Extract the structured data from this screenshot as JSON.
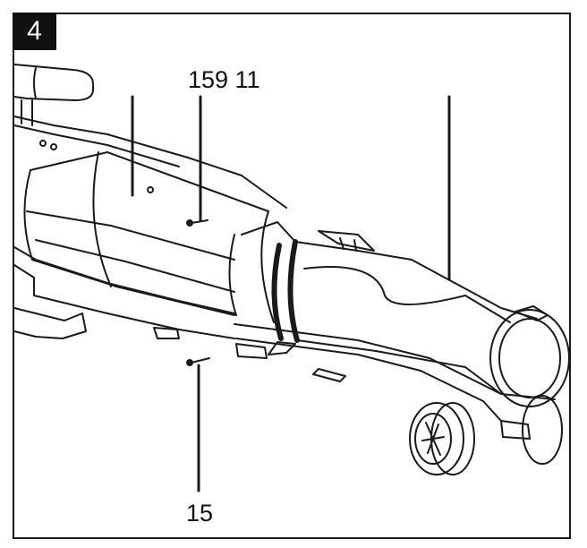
{
  "figure": {
    "number": "4",
    "callouts": {
      "top": "159 11",
      "bottom": "15"
    }
  },
  "icons": [
    "leaf-blower-tube-assembly"
  ],
  "colors": {
    "line": "#1a1a1a",
    "background": "#ffffff"
  }
}
